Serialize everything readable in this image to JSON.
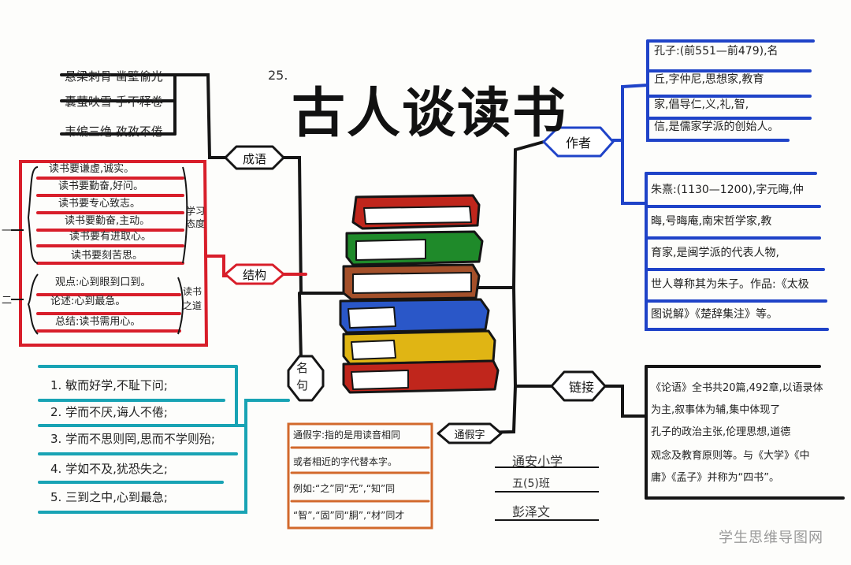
{
  "header": {
    "number": "25.",
    "title": "古人谈读书"
  },
  "branches": {
    "idioms": {
      "label": "成语",
      "items": [
        "悬梁刺骨 凿壁偷光",
        "囊萤映雪 手不释卷",
        "韦编三绝 孜孜不倦"
      ]
    },
    "structure": {
      "label": "结构",
      "part_one_marker": "一",
      "part_two_marker": "二",
      "group_one": [
        "读书要谦虚,诚实。",
        "读书要勤奋,好问。",
        "读书要专心致志。",
        "读书要勤奋,主动。",
        "读书要有进取心。",
        "读书要刻苦思。"
      ],
      "group_one_note": [
        "学习",
        "态度"
      ],
      "group_two": [
        "观点:心到眼到口到。",
        "论述:心到最急。",
        "总结:读书需用心。"
      ],
      "group_two_note": [
        "读书",
        "之道"
      ]
    },
    "quotes": {
      "label": [
        "名",
        "句"
      ],
      "items": [
        "1. 敏而好学,不耻下问;",
        "2. 学而不厌,诲人不倦;",
        "3. 学而不思则罔,思而不学则殆;",
        "4. 学如不及,犹恐失之;",
        "5. 三到之中,心到最急;"
      ]
    },
    "tongjiazi": {
      "label": "通假字",
      "items": [
        "通假字:指的是用读音相同",
        "或者相近的字代替本字。",
        "例如:“之”同“无”,“知”同",
        "“智”,“固”同“胴”,“材”同才"
      ]
    },
    "author": {
      "label": "作者",
      "confucius": [
        "孔子:(前551—前479),名",
        "丘,字仲尼,思想家,教育",
        "家,倡导仁,义,礼,智,",
        "信,是儒家学派的创始人。"
      ],
      "zhuxi": [
        "朱熹:(1130—1200),字元晦,仲",
        "晦,号晦庵,南宋哲学家,教",
        "育家,是闽学派的代表人物,",
        "世人尊称其为朱子。作品:《太极",
        "图说解》《楚辞集注》等。"
      ]
    },
    "link": {
      "label": "链接",
      "items": [
        "《论语》全书共20篇,492章,以语录体",
        "为主,叙事体为辅,集中体现了",
        "孔子的政治主张,伦理思想,道德",
        "观念及教育原则等。与《大学》《中",
        "庸》《孟子》并称为“四书”。"
      ]
    }
  },
  "signature": {
    "school": "通安小学",
    "class": "五(5)班",
    "name": "彭泽文"
  },
  "watermark": "学生思维导图网",
  "colors": {
    "red": "#d81e2a",
    "blue": "#1f43c8",
    "teal": "#18a3b4",
    "black": "#151515",
    "book_red": "#c0261c",
    "book_green": "#1f8a2a",
    "book_blue": "#2a57c8",
    "book_yellow": "#e0b514",
    "book_brown": "#a4502a"
  }
}
